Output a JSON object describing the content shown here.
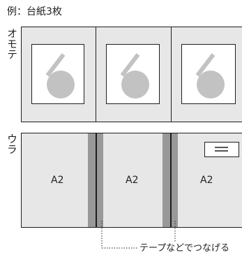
{
  "caption": "例：台紙3枚",
  "front": {
    "label": "オモテ",
    "panels": [
      "",
      "",
      ""
    ]
  },
  "back": {
    "label": "ウラ",
    "panel_labels": [
      "A2",
      "A2",
      "A2"
    ]
  },
  "tape_note": "テープなどでつなげる",
  "colors": {
    "outline": "#1e1e1e",
    "board": "#e7e7e7",
    "tape": "#999999",
    "photo_shape": "#c2c2c2"
  },
  "icons": [
    "photo-placeholder-icon",
    "label-sticker-icon"
  ]
}
